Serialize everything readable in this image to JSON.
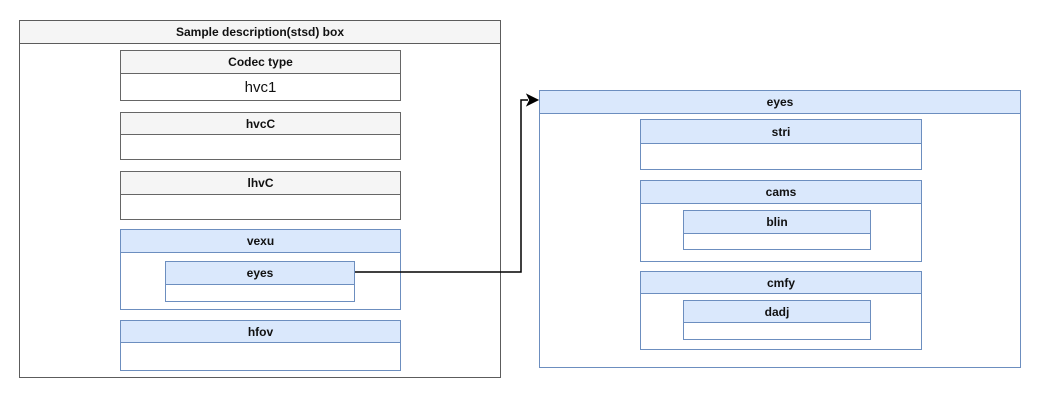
{
  "left_panel": {
    "title": "Sample description(stsd) box",
    "boxes": {
      "codec_type": {
        "label": "Codec type",
        "value": "hvc1"
      },
      "hvcc": {
        "label": "hvcC",
        "value": ""
      },
      "lhvc": {
        "label": "lhvC",
        "value": ""
      },
      "vexu": {
        "label": "vexu"
      },
      "eyes": {
        "label": "eyes"
      },
      "hfov": {
        "label": "hfov"
      }
    }
  },
  "right_panel": {
    "title": "eyes",
    "boxes": {
      "stri": {
        "label": "stri"
      },
      "cams": {
        "label": "cams"
      },
      "blin": {
        "label": "blin"
      },
      "cmfy": {
        "label": "cmfy"
      },
      "dadj": {
        "label": "dadj"
      }
    }
  },
  "colors": {
    "blue_fill": "#dae8fc",
    "blue_stroke": "#6c8ebf",
    "gray_fill": "#f5f5f5",
    "gray_stroke": "#666666",
    "arrow": "#000000"
  }
}
